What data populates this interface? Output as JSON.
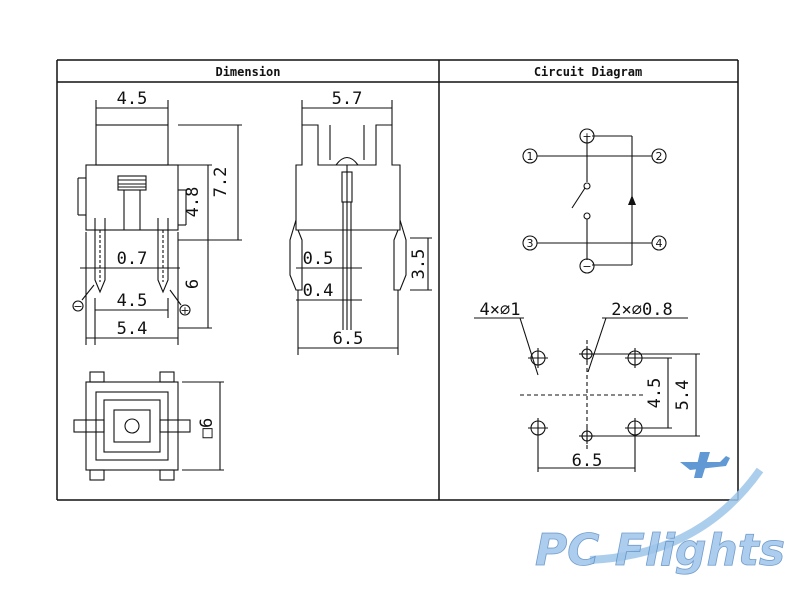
{
  "panels": {
    "dimension_title": "Dimension",
    "circuit_title": "Circuit Diagram"
  },
  "dimension": {
    "front_width": "4.5",
    "front_height_total": "7.2",
    "front_height_body": "4.8",
    "front_pin_width": "0.7",
    "front_pin_length": "6",
    "front_pin_pitch": "4.5",
    "front_outer_width": "5.4",
    "front_minus": "−",
    "front_plus": "+",
    "side_width": "5.7",
    "side_lead_thick": "0.5",
    "side_lead_height": "3.5",
    "side_pin_thick": "0.4",
    "side_pin_span": "6.5",
    "top_square": "□6"
  },
  "circuit": {
    "pin1": "1",
    "pin2": "2",
    "pin3": "3",
    "pin4": "4",
    "plus": "+",
    "minus": "−",
    "hole_big": "4×∅1",
    "hole_small": "2×∅0.8",
    "pcb_h1": "4.5",
    "pcb_h2": "5.4",
    "pcb_w": "6.5"
  },
  "logo": {
    "text": "PC Flights",
    "color": "#9ec5ea"
  }
}
